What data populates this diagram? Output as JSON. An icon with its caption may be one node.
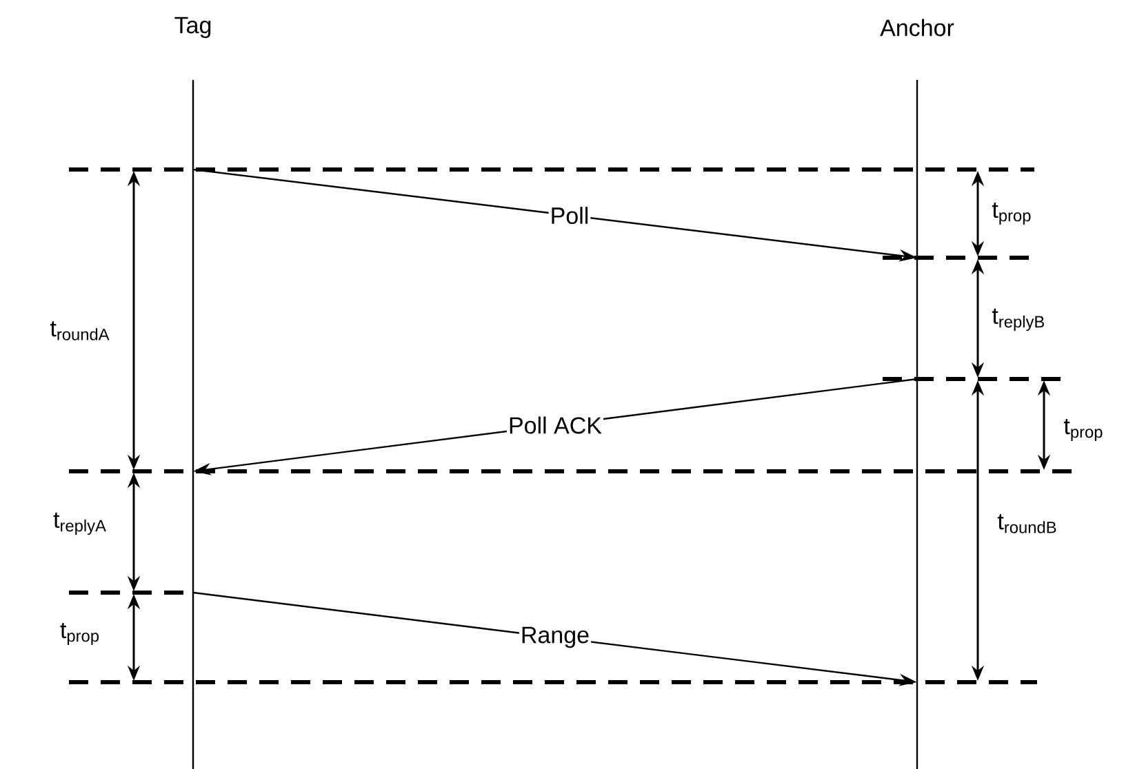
{
  "diagram": {
    "nodes": [
      {
        "text": [
          "Tag"
        ]
      },
      {
        "text": [
          "Anchor"
        ]
      }
    ],
    "edges": [
      {
        "from": 0,
        "to": 1,
        "arrow": "to",
        "label": "Poll"
      },
      {
        "from": 1,
        "to": 0,
        "arrow": "to",
        "label": "Poll ACK"
      },
      {
        "from": 0,
        "to": 1,
        "arrow": "to",
        "label": "Range"
      }
    ],
    "labels": [
      "t$_{prop}$",
      "t$_{replyB}$",
      "t$_{roundA}$",
      "t$_{prop}$",
      "t$_{roundB}$",
      "t$_{replyA}$",
      "t$_{prop}$"
    ]
  }
}
